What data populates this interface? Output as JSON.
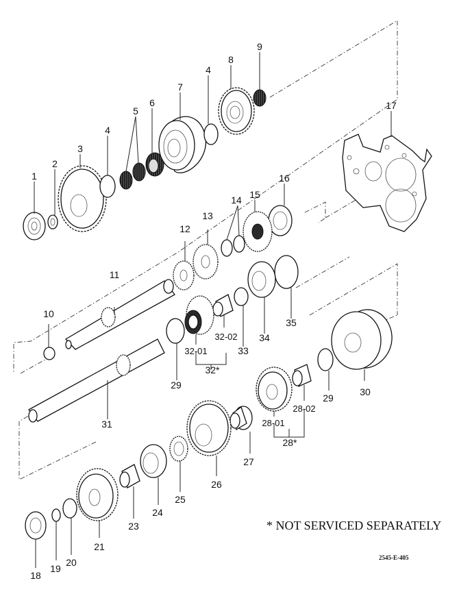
{
  "title": "Transmission gear train exploded view",
  "note": "* NOT SERVICED SEPARATELY",
  "drawing_number": "2545-E-405",
  "callouts": {
    "c1": "1",
    "c2": "2",
    "c3": "3",
    "c4a": "4",
    "c4b": "4",
    "c5": "5",
    "c6": "6",
    "c7": "7",
    "c8": "8",
    "c9": "9",
    "c10": "10",
    "c11": "11",
    "c12": "12",
    "c13": "13",
    "c14": "14",
    "c15": "15",
    "c16": "16",
    "c17": "17",
    "c18": "18",
    "c19": "19",
    "c20": "20",
    "c21": "21",
    "c23": "23",
    "c24": "24",
    "c25": "25",
    "c26": "26",
    "c27": "27",
    "c28": "28*",
    "c28_01": "28-01",
    "c28_02": "28-02",
    "c29a": "29",
    "c29b": "29",
    "c30": "30",
    "c31": "31",
    "c32": "32*",
    "c32_01": "32-01",
    "c32_02": "32-02",
    "c33": "33",
    "c34": "34",
    "c35": "35"
  }
}
